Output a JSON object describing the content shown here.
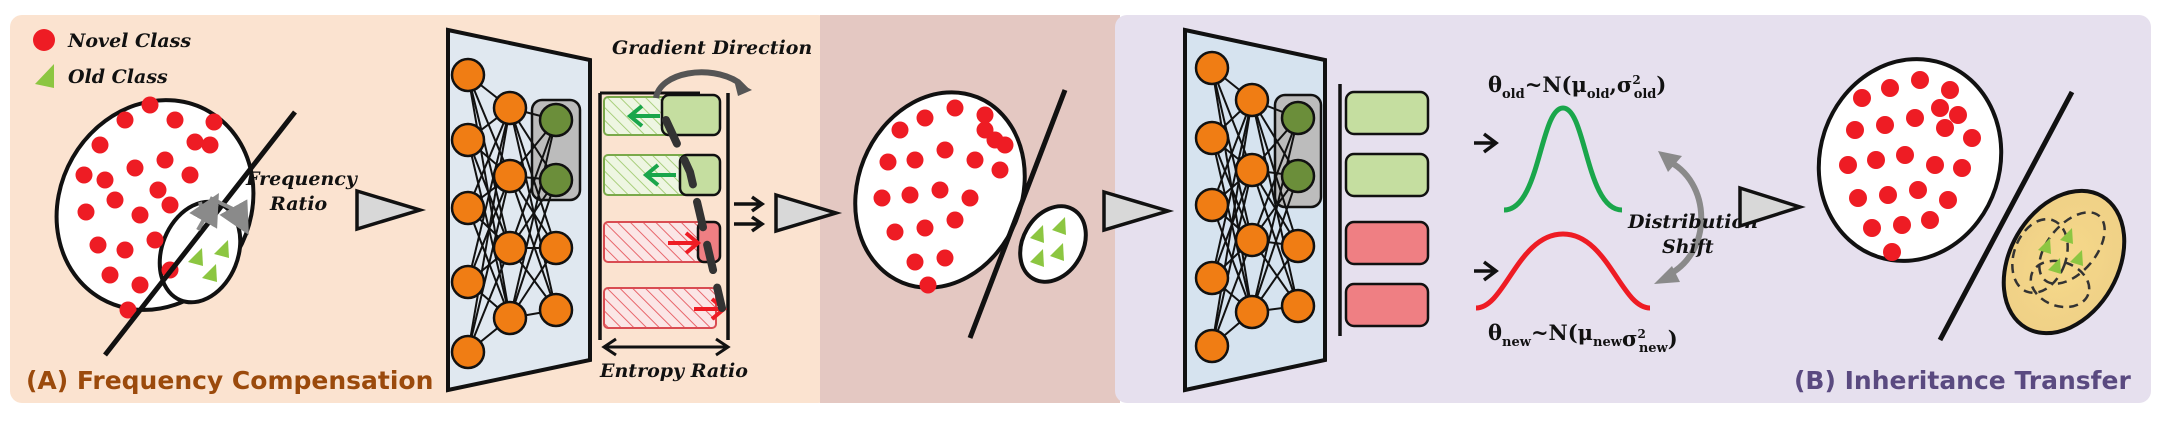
{
  "legend": {
    "novel": "Novel Class",
    "old": "Old Class"
  },
  "labels": {
    "frequency_ratio_line1": "Frequency",
    "frequency_ratio_line2": "Ratio",
    "gradient_direction": "Gradient Direction",
    "entropy_ratio": "Entropy Ratio",
    "distribution_shift_line1": "Distribution",
    "distribution_shift_line2": "Shift"
  },
  "formulas": {
    "old": {
      "theta": "θ",
      "sub": "old",
      "rel": "~N(",
      "mu": "μ",
      "mu_sub": "old",
      "comma": ",",
      "sigma": "σ",
      "sigma_sup": "2",
      "sigma_sub": "old",
      "close": ")"
    },
    "new": {
      "theta": "θ",
      "sub": "new",
      "rel": "~N(",
      "mu": "μ",
      "mu_sub": "new",
      "comma": "",
      "sigma": "σ",
      "sigma_sup": "2",
      "sigma_sub": "new",
      "close": ")"
    }
  },
  "sections": {
    "a": "(A) Frequency Compensation",
    "b": "(B) Inheritance Transfer"
  },
  "colors": {
    "panel_a": "#fbe3d0",
    "panel_mid": "#e4c8c2",
    "panel_b": "#e6e0ee",
    "novel": "#ee1c24",
    "old": "#8cc641",
    "neuron": "#f07d14",
    "neuron_green": "#6b8e3a",
    "green_box": "#c5dea0",
    "red_box": "#ef7f83",
    "section_a": "#9b4a0c",
    "section_b": "#5a4a80",
    "curve_old": "#1aa64b",
    "curve_new": "#ee1c24"
  }
}
